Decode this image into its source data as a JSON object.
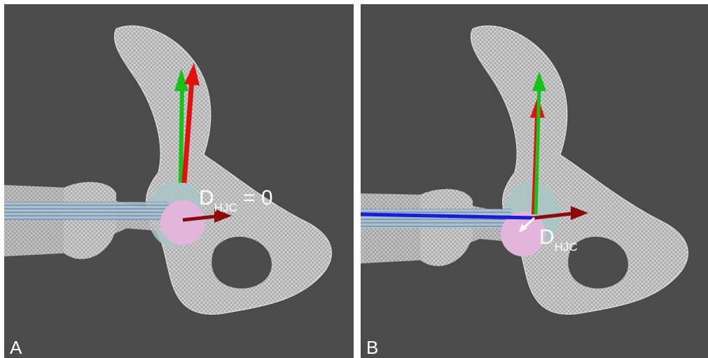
{
  "figure": {
    "panels": [
      {
        "label": "A",
        "annotation": {
          "main": "D",
          "subscript": "HJC",
          "suffix": " = 0"
        }
      },
      {
        "label": "B",
        "annotation": {
          "main": "D",
          "subscript": "HJC",
          "suffix": ""
        }
      }
    ],
    "colors": {
      "background": "#4b4b4b",
      "bone_mesh": "#d8d8d8",
      "femoral_head": "#e2b6dc",
      "socket_fill": "#a9c6c4",
      "axis_x": "#8b0b0b",
      "axis_y_green": "#16c21a",
      "axis_y_red": "#e31010",
      "axis_z": "#1a1ad8"
    }
  }
}
